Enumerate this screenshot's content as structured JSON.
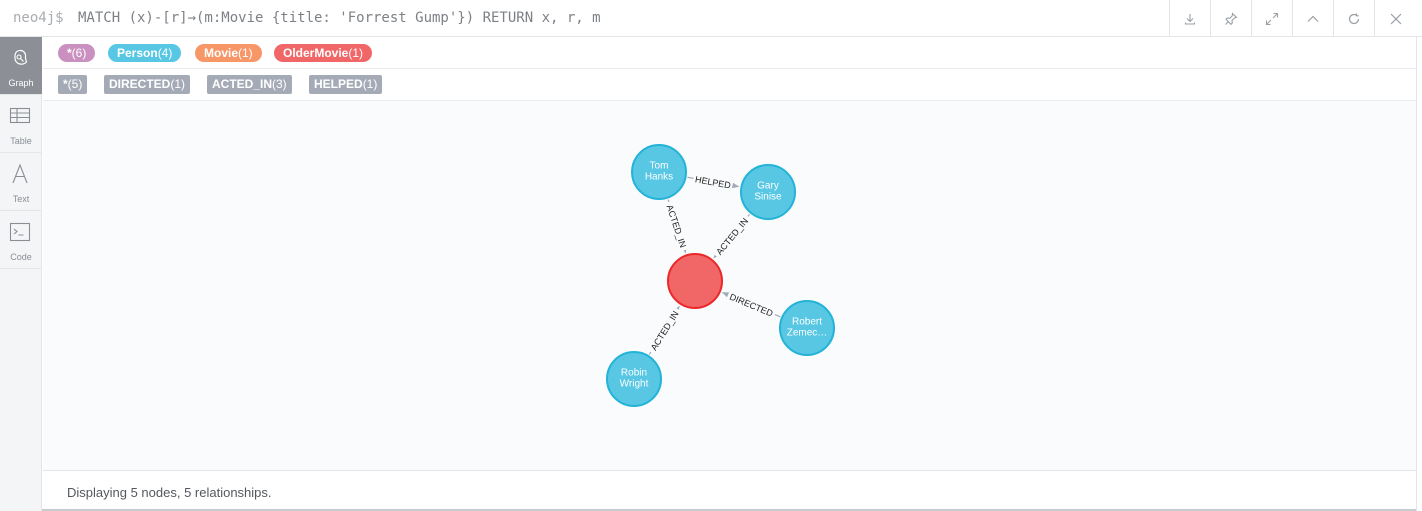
{
  "query": {
    "prompt": "neo4j$",
    "text": "MATCH (x)-[r]→(m:Movie {title: 'Forrest Gump'}) RETURN x, r, m"
  },
  "toolbar": [
    {
      "name": "download-icon"
    },
    {
      "name": "pin-icon"
    },
    {
      "name": "expand-icon"
    },
    {
      "name": "collapse-up-icon"
    },
    {
      "name": "rerun-icon"
    },
    {
      "name": "close-icon"
    }
  ],
  "rail": [
    {
      "label": "Graph",
      "icon": "graph-icon",
      "active": true
    },
    {
      "label": "Table",
      "icon": "table-icon",
      "active": false
    },
    {
      "label": "Text",
      "icon": "text-icon",
      "active": false
    },
    {
      "label": "Code",
      "icon": "code-icon",
      "active": false
    }
  ],
  "node_labels": [
    {
      "name": "*",
      "count": "(6)",
      "color": "#c990c0"
    },
    {
      "name": "Person",
      "count": "(4)",
      "color": "#57c7e3"
    },
    {
      "name": "Movie",
      "count": "(1)",
      "color": "#f79767"
    },
    {
      "name": "OlderMovie",
      "count": "(1)",
      "color": "#f16667"
    }
  ],
  "rel_types": [
    {
      "name": "*",
      "count": "(5)"
    },
    {
      "name": "DIRECTED",
      "count": "(1)"
    },
    {
      "name": "ACTED_IN",
      "count": "(3)"
    },
    {
      "name": "HELPED",
      "count": "(1)"
    }
  ],
  "graph": {
    "person_color": "#57c7e3",
    "person_border": "#23b3d7",
    "movie_color": "#f16667",
    "movie_border": "#eb2728",
    "nodes": [
      {
        "id": "tom",
        "lines": [
          "Tom",
          "Hanks"
        ],
        "kind": "person"
      },
      {
        "id": "gary",
        "lines": [
          "Gary",
          "Sinise"
        ],
        "kind": "person"
      },
      {
        "id": "movie",
        "lines": [],
        "kind": "movie"
      },
      {
        "id": "robert",
        "lines": [
          "Robert",
          "Zemec…"
        ],
        "kind": "person"
      },
      {
        "id": "robin",
        "lines": [
          "Robin",
          "Wright"
        ],
        "kind": "person"
      }
    ],
    "rels": [
      {
        "from": "tom",
        "to": "gary",
        "type": "HELPED"
      },
      {
        "from": "tom",
        "to": "movie",
        "type": "ACTED_IN"
      },
      {
        "from": "gary",
        "to": "movie",
        "type": "ACTED_IN"
      },
      {
        "from": "robert",
        "to": "movie",
        "type": "DIRECTED"
      },
      {
        "from": "robin",
        "to": "movie",
        "type": "ACTED_IN"
      }
    ]
  },
  "status": "Displaying 5 nodes, 5 relationships."
}
